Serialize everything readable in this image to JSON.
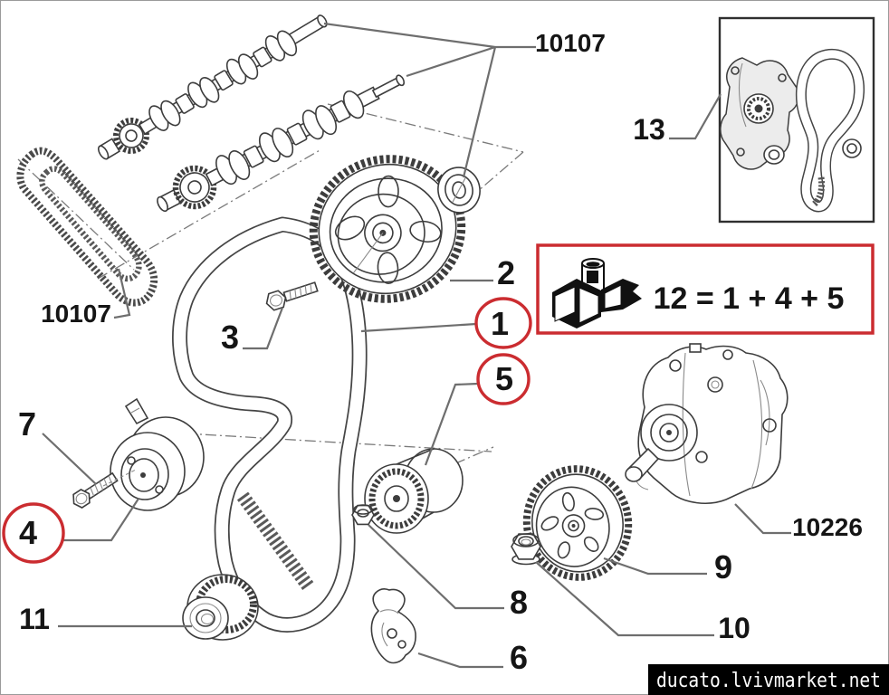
{
  "colors": {
    "highlight_red": "#cb2c30",
    "line": "#3d3d3d",
    "leader": "#6e6e6e",
    "watermark_bg": "#000000",
    "watermark_fg": "#ffffff"
  },
  "labels": {
    "part1": "1",
    "part2": "2",
    "part3": "3",
    "part4": "4",
    "part5": "5",
    "part6": "6",
    "part7": "7",
    "part8": "8",
    "part9": "9",
    "part10": "10",
    "part11": "11",
    "part13": "13",
    "ref_top": "10107",
    "ref_left": "10107",
    "ref_pump": "10226",
    "kit_formula": "12 = 1 + 4 + 5"
  },
  "highlighted_parts": [
    "1",
    "4",
    "5"
  ],
  "watermark": {
    "text": "ducato.lvivmarket.net"
  }
}
